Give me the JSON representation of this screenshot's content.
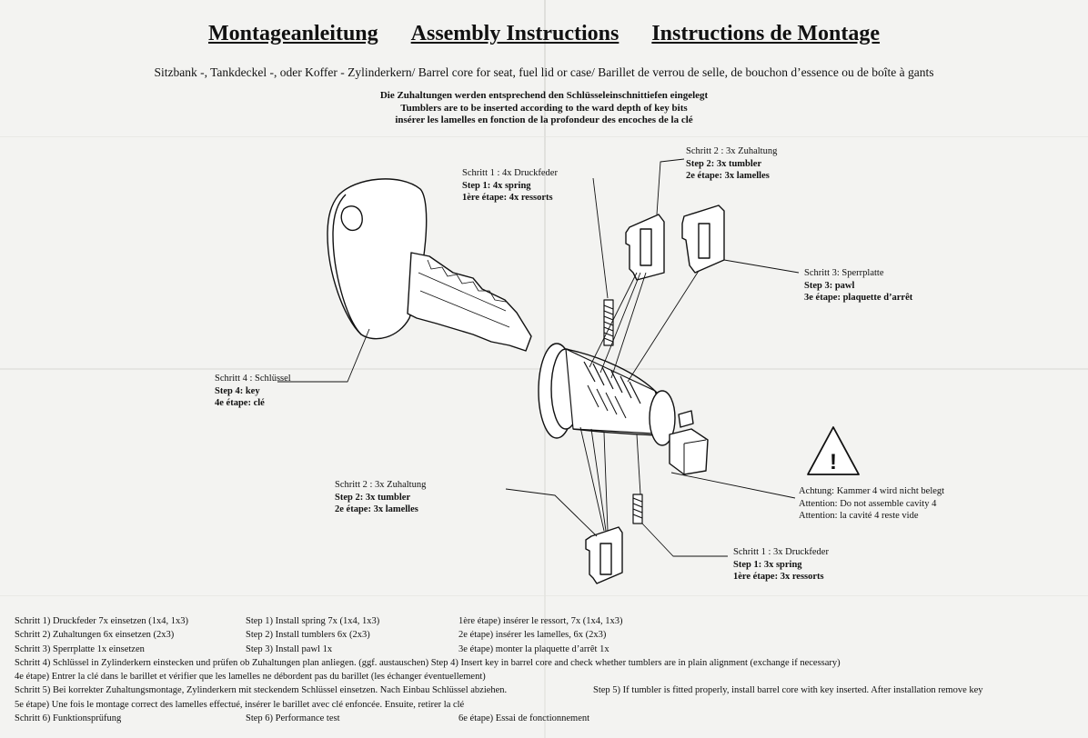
{
  "headings": [
    "Montageanleitung",
    "Assembly Instructions",
    "Instructions de Montage"
  ],
  "subtitle": "Sitzbank -, Tankdeckel -, oder Koffer - Zylinderkern/ Barrel core for seat, fuel lid or case/ Barillet de verrou de selle, de bouchon d’essence ou de boîte à gants",
  "note": [
    "Die Zuhaltungen werden entsprechend den Schlüsseleinschnittiefen eingelegt",
    "Tumblers are to be inserted according to the ward depth of key bits",
    "insérer les lamelles en fonction de la profondeur des encoches de la clé"
  ],
  "callouts": {
    "spring_top": [
      "Schritt 1 : 4x Druckfeder",
      "Step 1: 4x spring",
      "1ère étape: 4x ressorts"
    ],
    "tumbler_top": [
      "Schritt 2 : 3x Zuhaltung",
      "Step 2: 3x tumbler",
      "2e étape: 3x lamelles"
    ],
    "pawl": [
      "Schritt 3: Sperrplatte",
      "Step 3: pawl",
      "3e étape: plaquette d’arrêt"
    ],
    "key": [
      "Schritt 4 : Schlüssel",
      "Step 4: key",
      "4e étape: clé"
    ],
    "warning": [
      "Achtung: Kammer 4 wird nicht belegt",
      "Attention: Do not assemble cavity 4",
      "Attention: la cavité 4 reste vide"
    ],
    "tumbler_bottom": [
      "Schritt 2 : 3x Zuhaltung",
      "Step 2: 3x tumbler",
      "2e étape: 3x lamelles"
    ],
    "spring_bottom": [
      "Schritt 1 : 3x Druckfeder",
      "Step 1: 3x spring",
      "1ère étape: 3x ressorts"
    ]
  },
  "warning_symbol": "!",
  "steps": {
    "r1": [
      "Schritt 1) Druckfeder 7x einsetzen (1x4, 1x3)",
      "Step 1) Install spring 7x (1x4, 1x3)",
      "1ère étape) insérer le ressort, 7x (1x4, 1x3)"
    ],
    "r2": [
      "Schritt 2) Zuhaltungen 6x einsetzen (2x3)",
      "Step 2) Install tumblers 6x (2x3)",
      "2e étape) insérer les lamelles, 6x (2x3)"
    ],
    "r3": [
      "Schritt 3) Sperrplatte 1x einsetzen",
      "Step 3) Install pawl 1x",
      "3e étape) monter la plaquette d’arrêt 1x"
    ],
    "r4": "Schritt 4) Schlüssel in Zylinderkern einstecken und prüfen ob Zuhaltungen plan anliegen. (ggf. austauschen)   Step 4) Insert key in barrel core and check whether tumblers are in plain alignment (exchange if necessary)",
    "r5": "4e étape) Entrer la clé dans le barillet et vérifier que les lamelles ne débordent pas du barillet (les échanger éventuellement)",
    "r6a": "Schritt 5) Bei korrekter Zuhaltungsmontage, Zylinderkern mit steckendem Schlüssel einsetzen. Nach Einbau Schlüssel abziehen.",
    "r6b": "Step 5) If tumbler is fitted properly, install barrel core with key inserted. After installation remove key",
    "r7": "5e étape) Une fois le montage correct des lamelles effectué, insérer le barillet avec clé enfoncée. Ensuite, retirer la clé",
    "r8": [
      "Schritt 6) Funktionsprüfung",
      "Step 6) Performance test",
      "6e étape) Essai de fonctionnement"
    ]
  }
}
